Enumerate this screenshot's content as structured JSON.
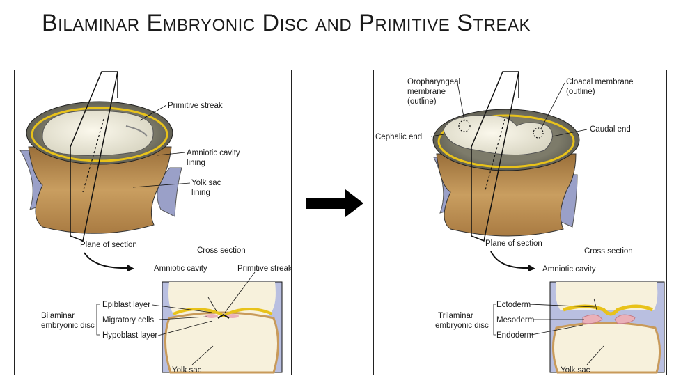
{
  "title": "Bilaminar Embryonic Disc and Primitive Streak",
  "left_panel": {
    "primitive_streak": "Primitive streak",
    "amniotic_cavity_lining_1": "Amniotic cavity",
    "amniotic_cavity_lining_2": "lining",
    "yolk_sac_lining_1": "Yolk sac",
    "yolk_sac_lining_2": "lining",
    "plane_of_section": "Plane of section",
    "cross_section": "Cross section",
    "amniotic_cavity": "Amniotic cavity",
    "primitive_streak_cs": "Primitive streak",
    "bilaminar_1": "Bilaminar",
    "bilaminar_2": "embryonic disc",
    "epiblast_layer": "Epiblast layer",
    "migratory_cells": "Migratory cells",
    "hypoblast_layer": "Hypoblast layer",
    "yolk_sac": "Yolk sac"
  },
  "right_panel": {
    "oropharyngeal_1": "Oropharyngeal",
    "oropharyngeal_2": "membrane",
    "oropharyngeal_3": "(outline)",
    "cloacal_1": "Cloacal membrane",
    "cloacal_2": "(outline)",
    "cephalic_end": "Cephalic end",
    "caudal_end": "Caudal end",
    "plane_of_section": "Plane of section",
    "cross_section": "Cross section",
    "amniotic_cavity": "Amniotic cavity",
    "trilaminar_1": "Trilaminar",
    "trilaminar_2": "embryonic disc",
    "ectoderm": "Ectoderm",
    "mesoderm": "Mesoderm",
    "endoderm": "Endoderm",
    "yolk_sac": "Yolk sac"
  },
  "colors": {
    "amnion_lining": "#e8c21a",
    "yolk_sac_tan": "#c89a5a",
    "disc_cream": "#f2ecd6",
    "membrane_lavender": "#b9bfe0",
    "mesoderm_pink": "#eab0b8"
  }
}
